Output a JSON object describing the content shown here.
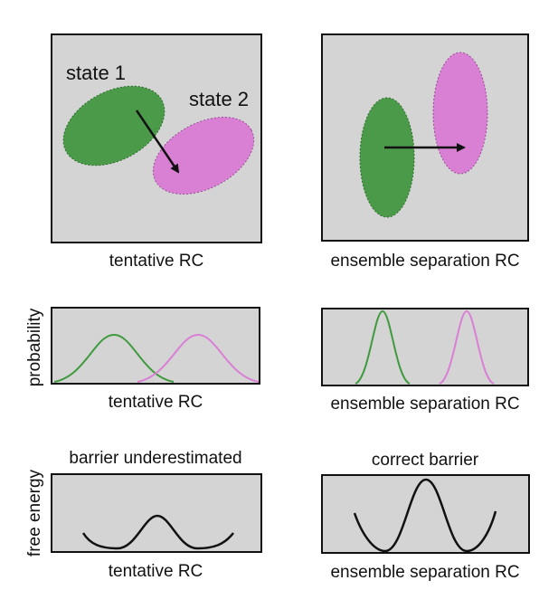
{
  "colors": {
    "panel_bg": "#d4d4d4",
    "state1": "#4a9a4a",
    "state2": "#d980d5",
    "curve_green": "#3f9a3f",
    "curve_pink": "#d97fd5",
    "ink": "#111111"
  },
  "top": {
    "left_state1_label": "state 1",
    "left_state2_label": "state 2",
    "left_caption": "tentative RC",
    "right_caption": "ensemble separation RC"
  },
  "middle": {
    "ylabel": "probability",
    "left_caption": "tentative RC",
    "right_caption": "ensemble separation RC"
  },
  "bottom": {
    "ylabel": "free energy",
    "left_title": "barrier underestimated",
    "right_title": "correct barrier",
    "left_caption": "tentative RC",
    "right_caption": "ensemble separation RC"
  }
}
